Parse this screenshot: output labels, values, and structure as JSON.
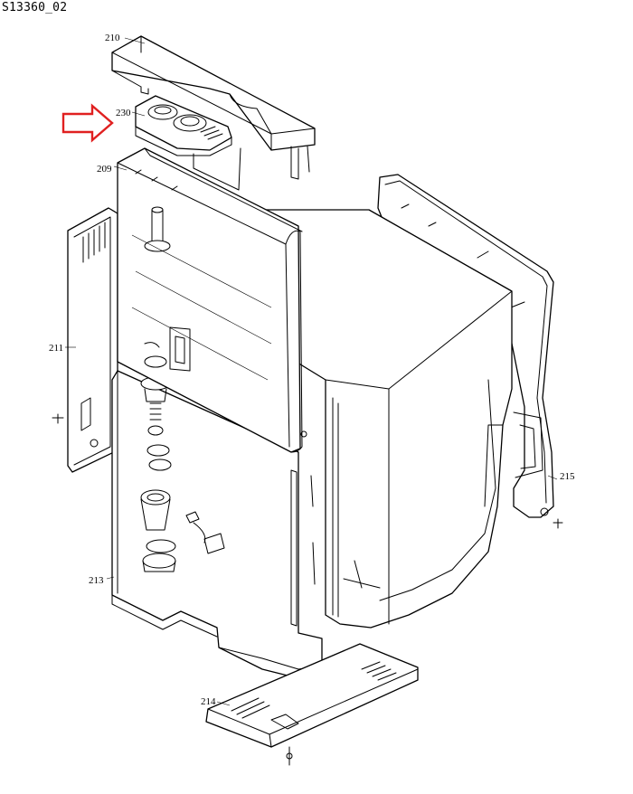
{
  "header": {
    "doc_id": "S13360_02"
  },
  "callouts": [
    {
      "id": "210",
      "label": "210"
    },
    {
      "id": "230",
      "label": "230"
    },
    {
      "id": "209",
      "label": "209"
    },
    {
      "id": "211",
      "label": "211"
    },
    {
      "id": "213",
      "label": "213"
    },
    {
      "id": "214",
      "label": "214"
    },
    {
      "id": "215",
      "label": "215"
    }
  ],
  "colors": {
    "highlight_arrow": "#e02020",
    "line": "#000000"
  },
  "highlight": {
    "target_callout": "230",
    "icon": "right-arrow-icon"
  }
}
